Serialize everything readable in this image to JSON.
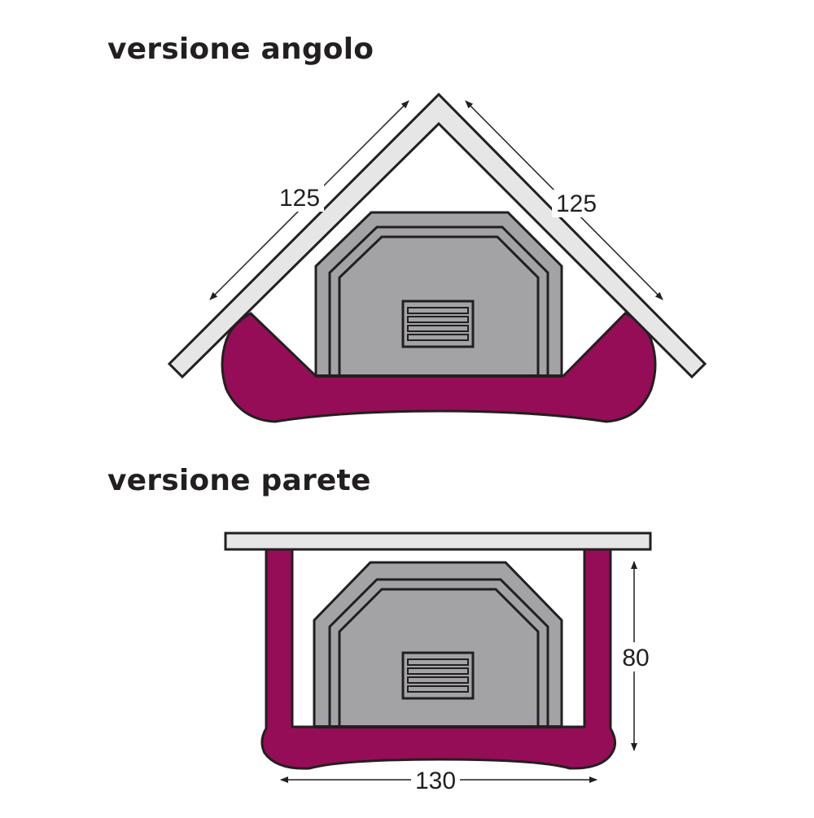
{
  "sections": {
    "corner": {
      "title": "versione angolo",
      "dim_left": "125",
      "dim_right": "125"
    },
    "wall": {
      "title": "versione parete",
      "dim_height": "80",
      "dim_width": "130"
    }
  },
  "colors": {
    "cushion": "#950d56",
    "wall_fill": "#e6e6e7",
    "body": "#a3a3a6",
    "stroke": "#231f20"
  },
  "icons": {
    "vent": "vent-grille-icon",
    "arrow": "dimension-arrow"
  }
}
